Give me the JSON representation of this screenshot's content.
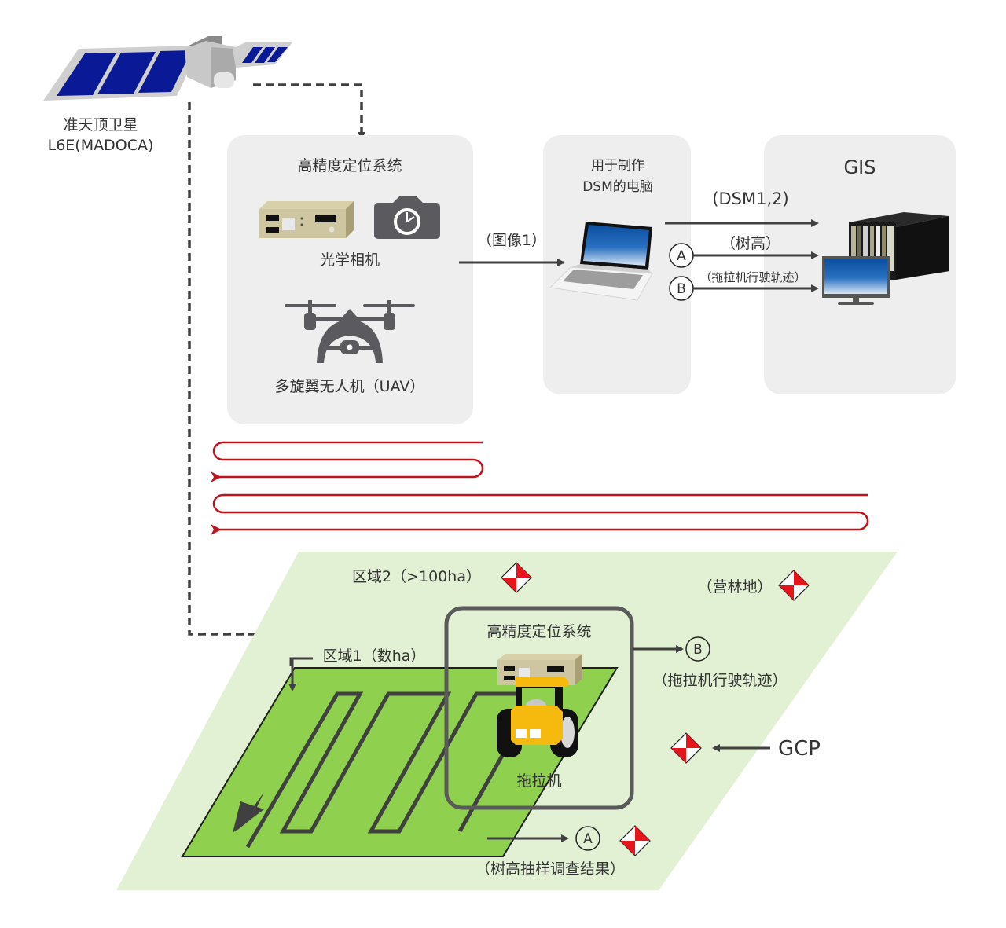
{
  "satellite": {
    "name": "准天顶卫星",
    "signal": "L6E(MADOCA)"
  },
  "panels": {
    "positioning": {
      "title": "高精度定位系统",
      "camera_label": "光学相机",
      "uav_label": "多旋翼无人机（UAV）"
    },
    "computer": {
      "title_line1": "用于制作",
      "title_line2": "DSM的电脑"
    },
    "gis": {
      "title": "GIS"
    }
  },
  "flows": {
    "image": "（图像1）",
    "dsm": "(DSM1,2)",
    "tree_height": "（树高）",
    "tractor_track_small": "（拖拉机行驶轨迹）",
    "marker_a": "A",
    "marker_b": "B"
  },
  "flight_path": {
    "color": "#c0121b",
    "direction": "right-to-left serpentine"
  },
  "field": {
    "zone2": "区域2（>100ha）",
    "forest": "（营林地）",
    "zone1": "区域1（数ha）",
    "positioning_title": "高精度定位系统",
    "tractor_label": "拖拉机",
    "tractor_track": "（拖拉机行驶轨迹）",
    "tree_survey": "（树高抽样调查结果）",
    "gcp_label": "GCP",
    "marker_a": "A",
    "marker_b": "B"
  },
  "colors": {
    "panel_bg": "#eeeeee",
    "zone2_bg": "#e2f0d4",
    "zone1_field": "#8fd14f",
    "arrow": "#404040",
    "gcp_red": "#e8141c",
    "tractor_yellow": "#f6b90d",
    "solar_panel": "#0a1a96"
  }
}
